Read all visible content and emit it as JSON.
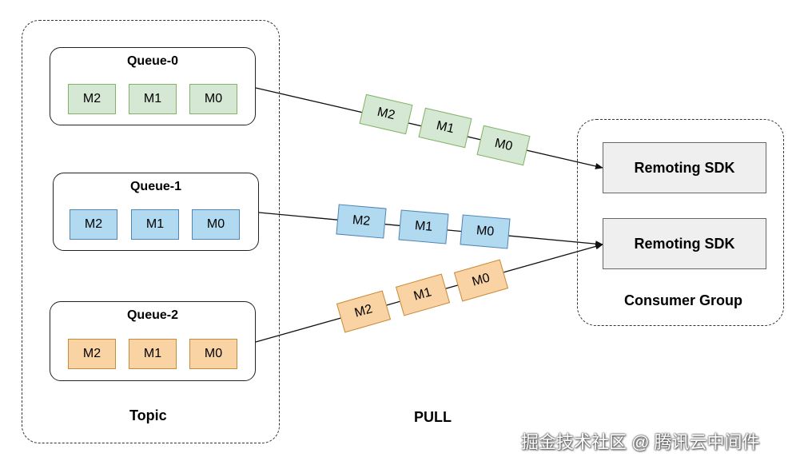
{
  "topic": {
    "label": "Topic",
    "queues": [
      {
        "title": "Queue-0",
        "messages": [
          "M2",
          "M1",
          "M0"
        ],
        "color": "#d5e8d4"
      },
      {
        "title": "Queue-1",
        "messages": [
          "M2",
          "M1",
          "M0"
        ],
        "color": "#b1d9ef"
      },
      {
        "title": "Queue-2",
        "messages": [
          "M2",
          "M1",
          "M0"
        ],
        "color": "#fad3a4"
      }
    ]
  },
  "flows": [
    {
      "messages": [
        "M2",
        "M1",
        "M0"
      ]
    },
    {
      "messages": [
        "M2",
        "M1",
        "M0"
      ]
    },
    {
      "messages": [
        "M2",
        "M1",
        "M0"
      ]
    }
  ],
  "mode_label": "PULL",
  "consumer_group": {
    "label": "Consumer Group",
    "sdks": [
      "Remoting SDK",
      "Remoting SDK"
    ]
  },
  "watermark": "掘金技术社区 @ 腾讯云中间件"
}
